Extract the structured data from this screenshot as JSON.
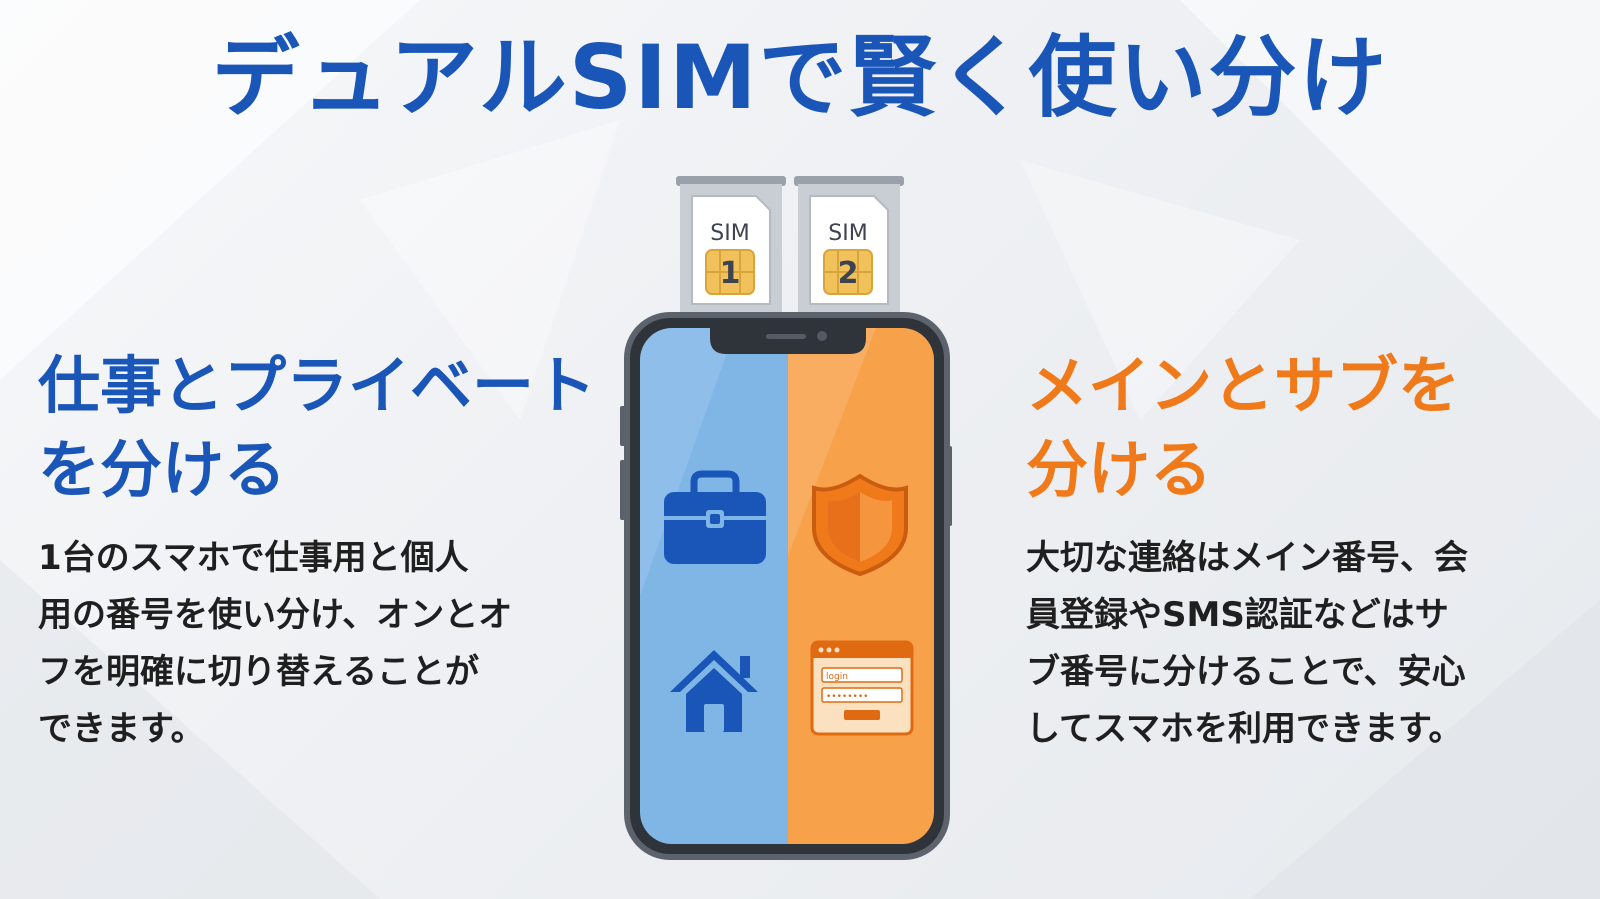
{
  "title": "デュアルSIMで賢く使い分け",
  "left": {
    "heading_line1": "仕事とプライベート",
    "heading_line2": "を分ける",
    "body_lines": [
      "1台のスマホで仕事用と個人",
      "用の番号を使い分け、オンとオ",
      "フを明確に切り替えることが",
      "できます。"
    ]
  },
  "right": {
    "heading_line1": "メインとサブを",
    "heading_line2": "分ける",
    "body_lines": [
      "大切な連絡はメイン番号、会",
      "員登録やSMS認証などはサ",
      "ブ番号に分けることで、安心",
      "してスマホを利用できます。"
    ]
  },
  "sim1": {
    "label": "SIM",
    "number": "1"
  },
  "sim2": {
    "label": "SIM",
    "number": "2"
  },
  "login_card": {
    "field1": "login",
    "field2": "••••••••"
  },
  "icons": {
    "work": "briefcase-icon",
    "home": "house-icon",
    "security": "shield-icon",
    "login": "login-form-icon"
  },
  "colors": {
    "blue": "#1a56b8",
    "orange": "#f07a1a",
    "screen_blue": "#7fb6e6",
    "screen_orange": "#f7a24a",
    "text": "#1f1f1f"
  }
}
